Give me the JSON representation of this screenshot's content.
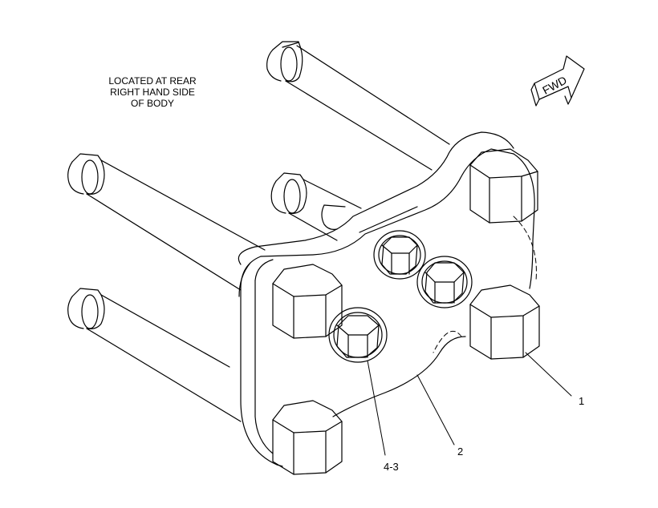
{
  "note": {
    "lines": [
      "LOCATED AT REAR",
      "RIGHT HAND SIDE",
      "OF BODY"
    ]
  },
  "arrow": {
    "label": "FWD"
  },
  "callouts": {
    "c1": "1",
    "c2": "2",
    "c43": "4-3"
  }
}
